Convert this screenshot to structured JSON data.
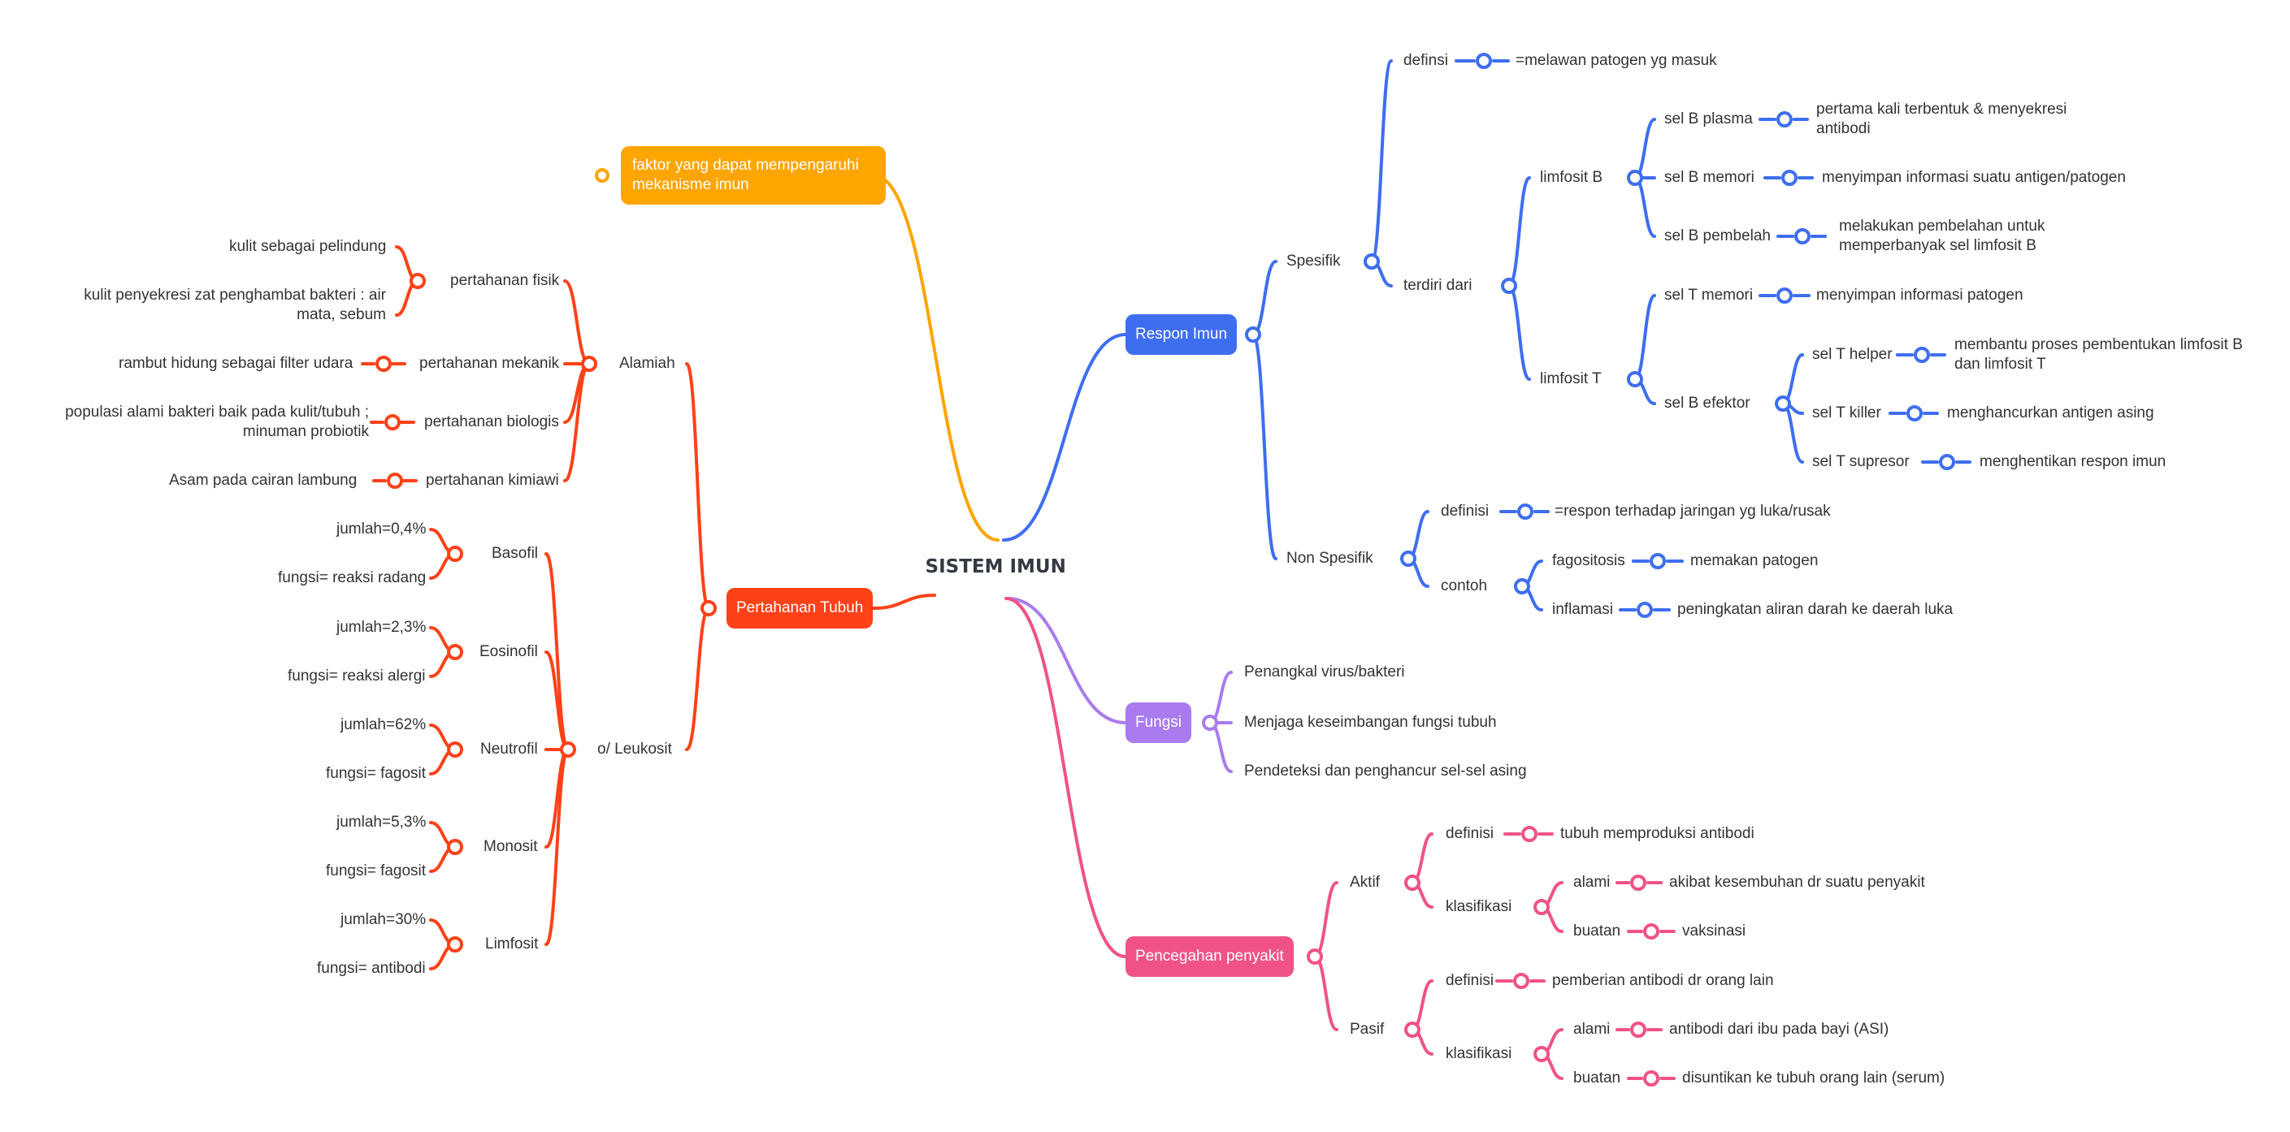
{
  "title": "SISTEM IMUN",
  "colors": {
    "orange": "#ffa500",
    "red": "#ff4118",
    "blue": "#3e6ef0",
    "purple": "#a97bef",
    "pink": "#f05287"
  },
  "branches": {
    "faktor": "faktor yang dapat mempengaruhi mekanisme imun",
    "pertahanan": {
      "label": "Pertahanan Tubuh",
      "alamiah": {
        "label": "Alamiah",
        "fisik": {
          "label": "pertahanan fisik",
          "items": [
            "kulit sebagai pelindung",
            "kulit penyekresi zat penghambat bakteri : air mata, sebum"
          ]
        },
        "mekanik": {
          "label": "pertahanan  mekanik",
          "item": "rambut hidung sebagai filter udara"
        },
        "biologis": {
          "label": "pertahanan biologis",
          "item": "populasi alami bakteri baik pada kulit/tubuh ; minuman probiotik"
        },
        "kimiawi": {
          "label": "pertahanan kimiawi",
          "item": "Asam pada cairan lambung"
        }
      },
      "leukosit": {
        "label": "o/ Leukosit",
        "cells": [
          {
            "name": "Basofil",
            "jumlah": "jumlah=0,4%",
            "fungsi": "fungsi= reaksi radang"
          },
          {
            "name": "Eosinofil",
            "jumlah": "jumlah=2,3%",
            "fungsi": "fungsi= reaksi alergi"
          },
          {
            "name": "Neutrofil",
            "jumlah": "jumlah=62%",
            "fungsi": "fungsi= fagosit"
          },
          {
            "name": "Monosit",
            "jumlah": "jumlah=5,3%",
            "fungsi": "fungsi= fagosit"
          },
          {
            "name": "Limfosit",
            "jumlah": "jumlah=30%",
            "fungsi": "fungsi= antibodi"
          }
        ]
      }
    },
    "respon": {
      "label": "Respon Imun",
      "spesifik": {
        "label": "Spesifik",
        "definsi": {
          "label": "definsi",
          "value": "=melawan patogen yg masuk"
        },
        "terdiri": {
          "label": "terdiri dari",
          "limfositB": {
            "label": "limfosit B",
            "plasma": {
              "label": "sel B plasma",
              "value": "pertama kali terbentuk & menyekresi antibodi"
            },
            "memori": {
              "label": "sel B memori",
              "value": "menyimpan informasi suatu antigen/patogen"
            },
            "pembelah": {
              "label": "sel B pembelah",
              "value": "melakukan pembelahan untuk memperbanyak sel limfosit B"
            }
          },
          "limfositT": {
            "label": "limfosit T",
            "memori": {
              "label": "sel T memori",
              "value": "menyimpan informasi patogen"
            },
            "efektor": {
              "label": "sel B efektor",
              "helper": {
                "label": "sel T helper",
                "value": "membantu proses pembentukan limfosit B dan limfosit T"
              },
              "killer": {
                "label": "sel T killer",
                "value": "menghancurkan antigen asing"
              },
              "supresor": {
                "label": "sel T supresor",
                "value": "menghentikan respon imun"
              }
            }
          }
        }
      },
      "nonspesifik": {
        "label": "Non Spesifik",
        "definisi": {
          "label": "definisi",
          "value": "=respon terhadap jaringan yg luka/rusak"
        },
        "contoh": {
          "label": "contoh",
          "fagositosis": {
            "label": "fagositosis",
            "value": "memakan patogen"
          },
          "inflamasi": {
            "label": "inflamasi",
            "value": "peningkatan aliran darah ke daerah luka"
          }
        }
      }
    },
    "fungsi": {
      "label": "Fungsi",
      "items": [
        "Penangkal virus/bakteri",
        "Menjaga keseimbangan fungsi tubuh",
        "Pendeteksi dan penghancur sel-sel asing"
      ]
    },
    "pencegahan": {
      "label": "Pencegahan penyakit",
      "aktif": {
        "label": "Aktif",
        "definisi": {
          "label": "definisi",
          "value": "tubuh memproduksi antibodi"
        },
        "klasifikasi": {
          "label": "klasifikasi",
          "alami": {
            "label": "alami",
            "value": "akibat kesembuhan dr suatu penyakit"
          },
          "buatan": {
            "label": "buatan",
            "value": "vaksinasi"
          }
        }
      },
      "pasif": {
        "label": "Pasif",
        "definisi": {
          "label": "definisi",
          "value": "pemberian antibodi dr orang lain"
        },
        "klasifikasi": {
          "label": "klasifikasi",
          "alami": {
            "label": "alami",
            "value": "antibodi dari ibu pada bayi (ASI)"
          },
          "buatan": {
            "label": "buatan",
            "value": "disuntikan ke tubuh orang lain (serum)"
          }
        }
      }
    }
  }
}
